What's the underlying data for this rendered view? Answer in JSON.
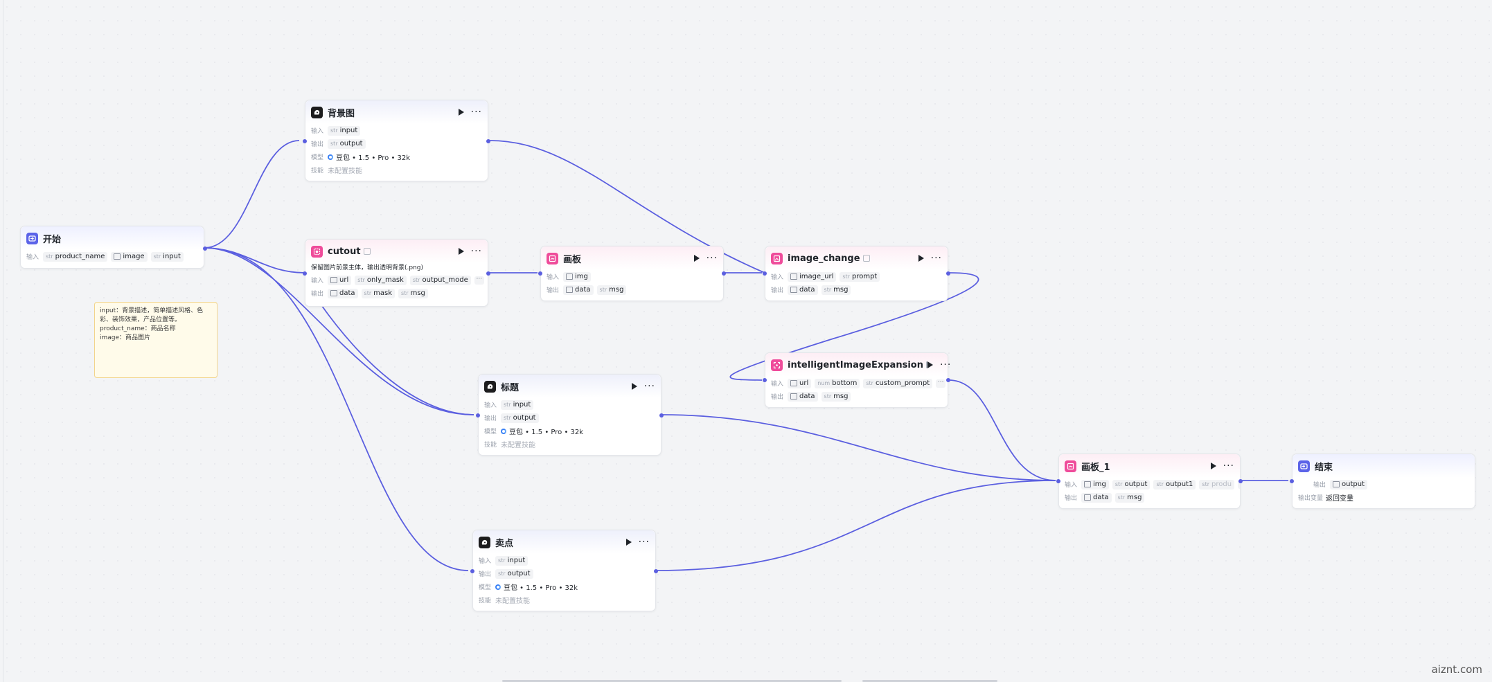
{
  "colors": {
    "edge": "#5b5fe0",
    "port": "#5b5fe0",
    "note_bg": "#fffbea"
  },
  "labels": {
    "input": "输入",
    "output": "输出",
    "model": "模型",
    "skill": "技能",
    "output_var": "输出变量"
  },
  "type_tags": {
    "str": "str",
    "num": "num"
  },
  "nodes": {
    "start": {
      "title": "开始",
      "inputs": [
        "product_name",
        "image",
        "input"
      ]
    },
    "bg": {
      "title": "背景图",
      "input": "input",
      "output": "output",
      "model": "豆包 • 1.5 • Pro • 32k",
      "skill": "未配置技能"
    },
    "cutout": {
      "title": "cutout",
      "desc": "保留图片前景主体，输出透明背景(.png)",
      "inputs": [
        "url",
        "only_mask",
        "output_mode"
      ],
      "outputs": [
        "data",
        "mask",
        "msg"
      ]
    },
    "board": {
      "title": "画板",
      "input": "img",
      "outputs": [
        "data",
        "msg"
      ]
    },
    "image_change": {
      "title": "image_change",
      "inputs": [
        "image_url",
        "prompt"
      ],
      "outputs": [
        "data",
        "msg"
      ]
    },
    "expansion": {
      "title": "intelligentImageExpansion",
      "inputs": [
        "url",
        "bottom",
        "custom_prompt"
      ],
      "outputs": [
        "data",
        "msg"
      ]
    },
    "headline": {
      "title": "标题",
      "input": "input",
      "output": "output",
      "model": "豆包 • 1.5 • Pro • 32k",
      "skill": "未配置技能"
    },
    "selling": {
      "title": "卖点",
      "input": "input",
      "output": "output",
      "model": "豆包 • 1.5 • Pro • 32k",
      "skill": "未配置技能"
    },
    "board1": {
      "title": "画板_1",
      "inputs": [
        "img",
        "output",
        "output1",
        "produ"
      ],
      "outputs": [
        "data",
        "msg"
      ]
    },
    "end": {
      "title": "结束",
      "output": "output",
      "output_var_value": "返回变量"
    }
  },
  "note": {
    "lines": [
      "input：背景描述，简单描述风格、色",
      "彩、装饰效果，产品位置等。",
      "product_name：商品名称",
      "image：商品图片"
    ]
  },
  "watermark": "aiznt.com"
}
